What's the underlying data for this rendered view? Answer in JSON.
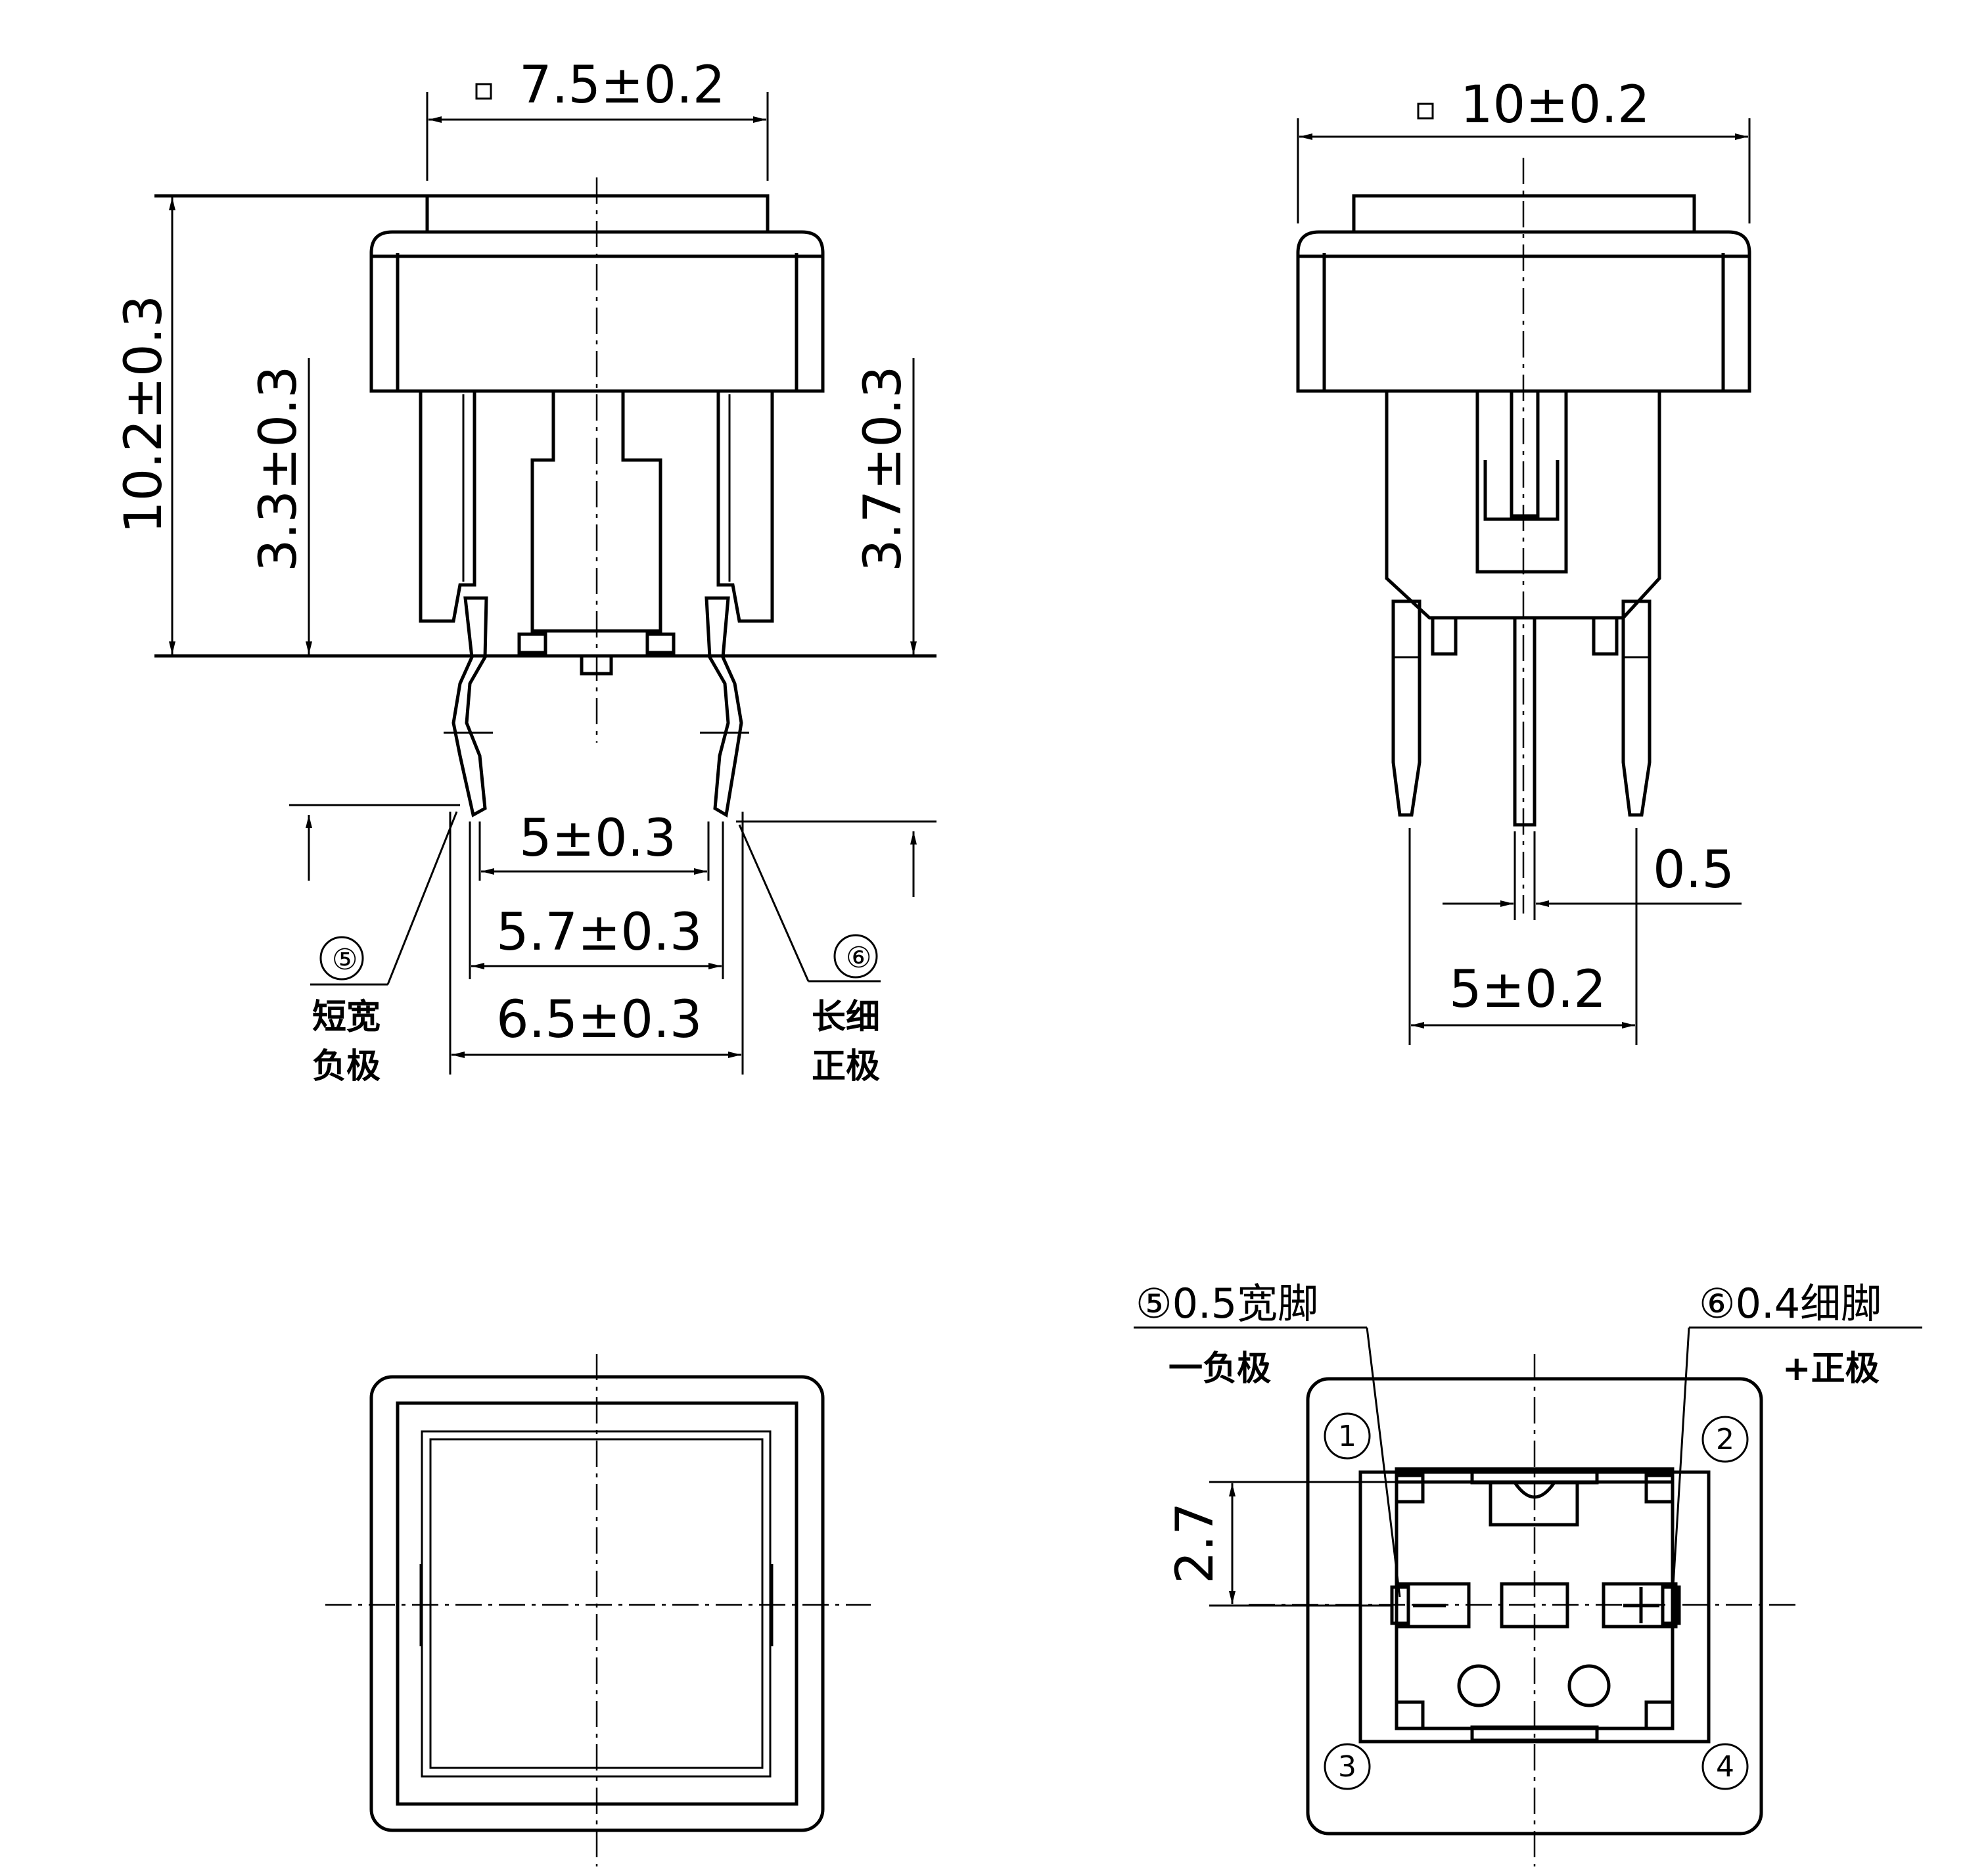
{
  "front_view": {
    "cap_width": "7.5±0.2",
    "total_height": "10.2±0.3",
    "left_offset": "3.3±0.3",
    "right_offset": "3.7±0.3",
    "pin_span_inner": "5±0.3",
    "pin_span_mid": "5.7±0.3",
    "pin_span_outer": "6.5±0.3",
    "pin5_mark": "⑤",
    "pin5_line1": "短宽",
    "pin5_line2": "负极",
    "pin6_mark": "⑥",
    "pin6_line1": "长细",
    "pin6_line2": "正极",
    "square_symbol": "□"
  },
  "side_view": {
    "body_width": "10±0.2",
    "pin_thickness": "0.5",
    "pin_spacing": "5±0.2",
    "square_symbol": "□"
  },
  "bottom_view": {
    "pin5_label": "⑤0.5宽脚",
    "pin5_polarity": "一负极",
    "pin6_label": "⑥0.4细脚",
    "pin6_polarity": "+正极",
    "offset": "2.7",
    "corner_pins": [
      "1",
      "2",
      "3",
      "4"
    ]
  }
}
